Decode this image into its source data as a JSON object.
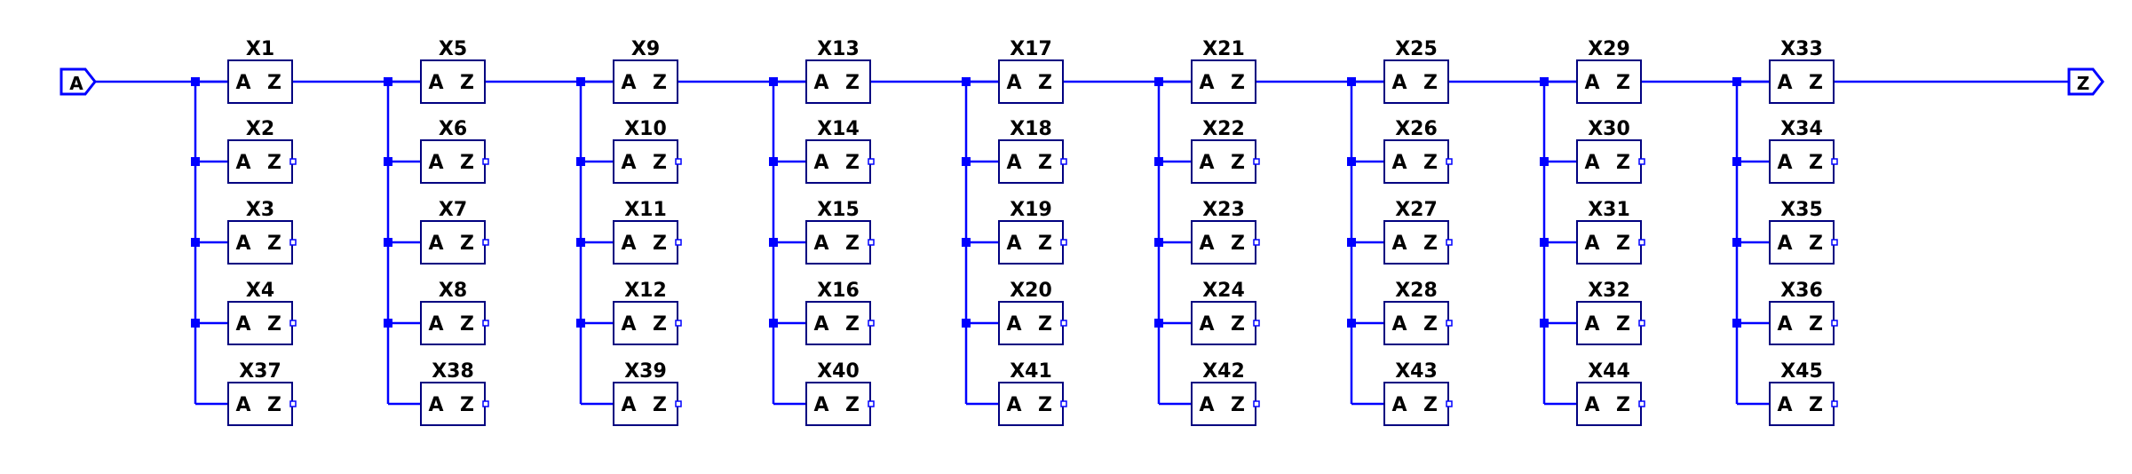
{
  "schematic": {
    "input_port": "A",
    "output_port": "Z",
    "pin_in": "A",
    "pin_out": "Z",
    "wire_color": "#0000ff",
    "node_color": "#0000ff",
    "box_color": "#000080",
    "columns": [
      [
        "X1",
        "X2",
        "X3",
        "X4",
        "X37"
      ],
      [
        "X5",
        "X6",
        "X7",
        "X8",
        "X38"
      ],
      [
        "X9",
        "X10",
        "X11",
        "X12",
        "X39"
      ],
      [
        "X13",
        "X14",
        "X15",
        "X16",
        "X40"
      ],
      [
        "X17",
        "X18",
        "X19",
        "X20",
        "X41"
      ],
      [
        "X21",
        "X22",
        "X23",
        "X24",
        "X42"
      ],
      [
        "X25",
        "X26",
        "X27",
        "X28",
        "X43"
      ],
      [
        "X29",
        "X30",
        "X31",
        "X32",
        "X44"
      ],
      [
        "X33",
        "X34",
        "X35",
        "X36",
        "X45"
      ]
    ]
  }
}
